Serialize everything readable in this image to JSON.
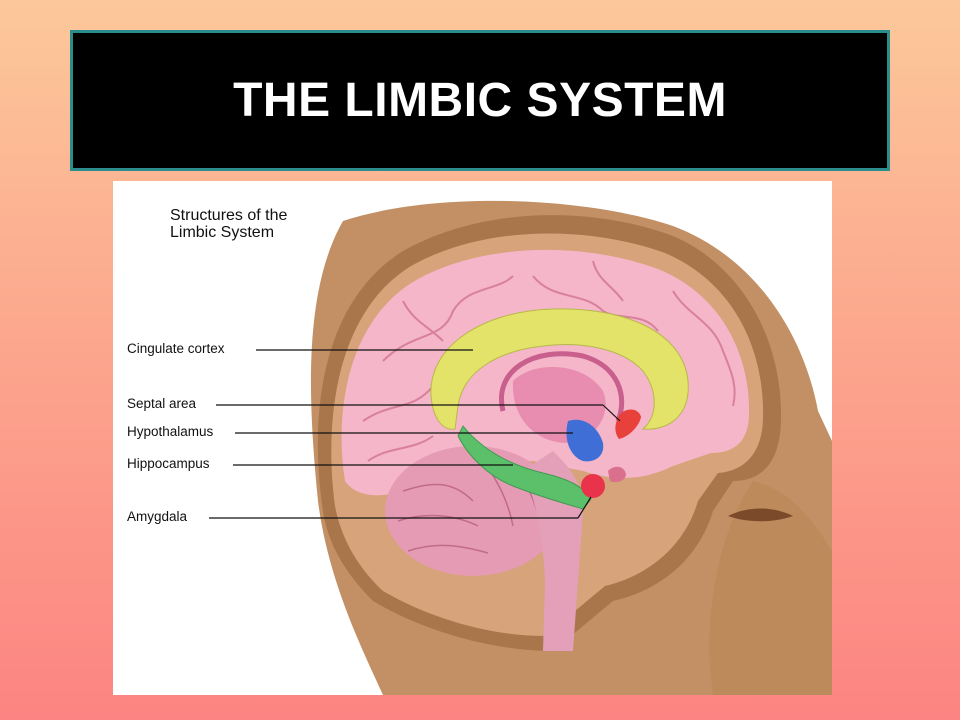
{
  "title": "THE LIMBIC SYSTEM",
  "figure": {
    "heading_line1": "Structures of the",
    "heading_line2": "Limbic System",
    "labels": [
      {
        "key": "cingulate",
        "text": "Cingulate cortex"
      },
      {
        "key": "septal",
        "text": "Septal area"
      },
      {
        "key": "hypothalamus",
        "text": "Hypothalamus"
      },
      {
        "key": "hippocampus",
        "text": "Hippocampus"
      },
      {
        "key": "amygdala",
        "text": "Amygdala"
      }
    ],
    "colors": {
      "cingulate": "#e3e36a",
      "hippocampus": "#5cbf6a",
      "amygdala": "#e8334a",
      "septal": "#e8403a",
      "hypothalamus": "#3f6fd6",
      "cortex": "#f4b6c8",
      "skull": "#a8764a",
      "skin": "#c29064"
    }
  }
}
